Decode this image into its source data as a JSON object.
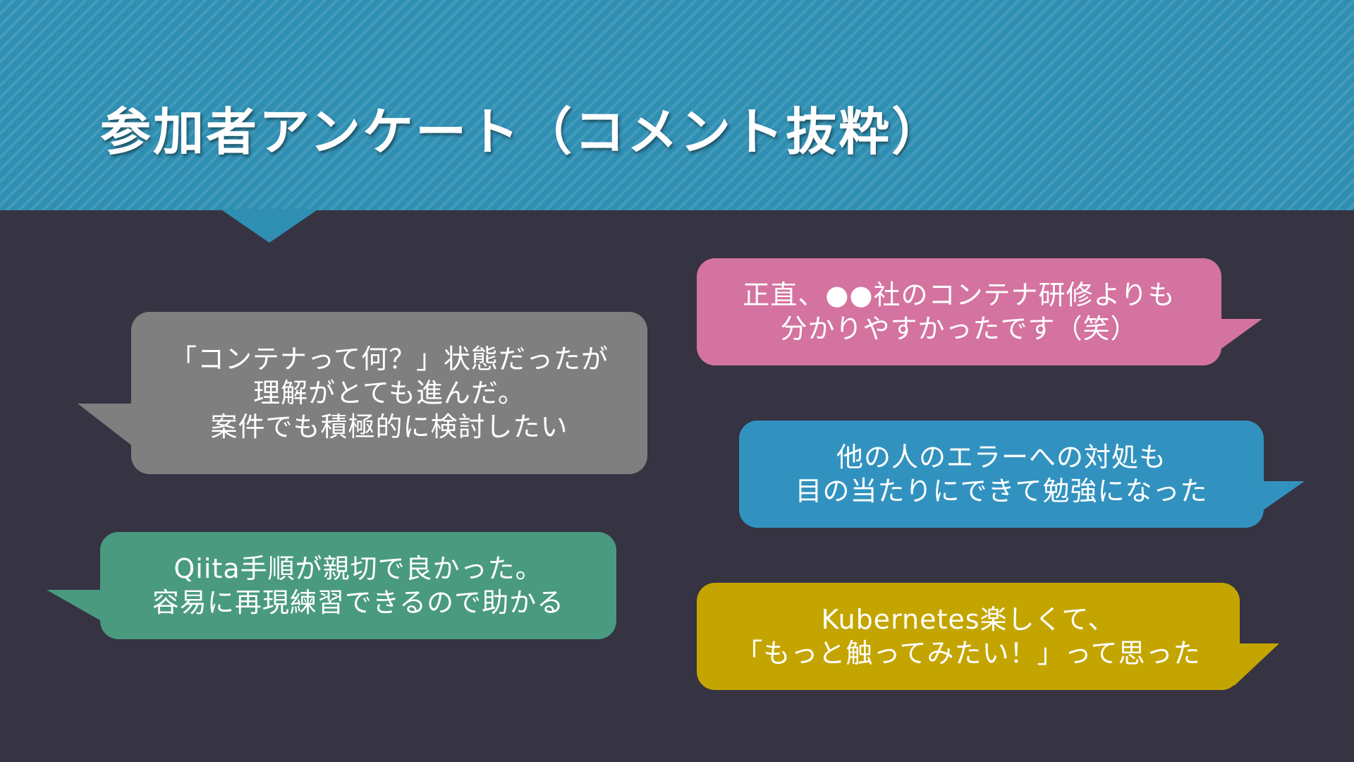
{
  "slide": {
    "title": "参加者アンケート（コメント抜粋）",
    "colors": {
      "background": "#363343",
      "header": "#2f8fb3",
      "gray": "#7f7f7f",
      "green": "#4a9a80",
      "pink": "#d4739f",
      "blue": "#3292bf",
      "yellow": "#c4a500"
    }
  },
  "comments": {
    "gray": "「コンテナって何？」状態だったが\n理解がとても進んだ。\n案件でも積極的に検討したい",
    "green": "Qiita手順が親切で良かった。\n容易に再現練習できるので助かる",
    "pink": "正直、●●社のコンテナ研修よりも\n分かりやすかったです（笑）",
    "blue": "他の人のエラーへの対処も\n目の当たりにできて勉強になった",
    "yellow": "Kubernetes楽しくて、\n「もっと触ってみたい！」って思った"
  }
}
